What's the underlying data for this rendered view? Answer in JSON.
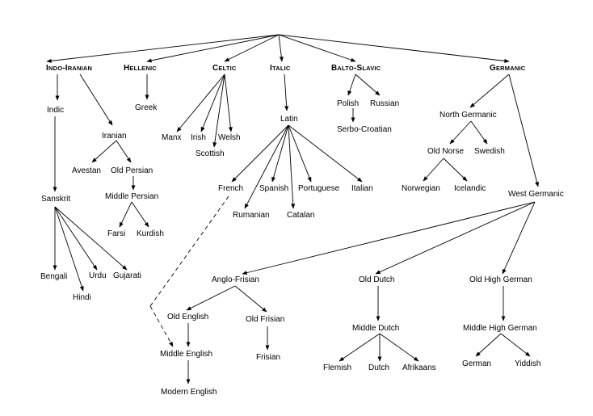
{
  "branches": {
    "indo_iranian": "INDO-IRANIAN",
    "hellenic": "HELLENIC",
    "celtic": "CELTIC",
    "italic": "ITALIC",
    "balto_slavic": "BALTO-SLAVIC",
    "germanic": "GERMANIC"
  },
  "languages": {
    "indic": "Indic",
    "iranian": "Iranian",
    "avestan": "Avestan",
    "old_persian": "Old Persian",
    "middle_persian": "Middle Persian",
    "farsi": "Farsi",
    "kurdish": "Kurdish",
    "sanskrit": "Sanskrit",
    "bengali": "Bengali",
    "hindi": "Hindi",
    "urdu": "Urdu",
    "gujarati": "Gujarati",
    "greek": "Greek",
    "manx": "Manx",
    "irish": "Irish",
    "welsh": "Welsh",
    "scottish": "Scottish",
    "latin": "Latin",
    "french": "French",
    "spanish": "Spanish",
    "portuguese": "Portuguese",
    "italian": "Italian",
    "rumanian": "Rumanian",
    "catalan": "Catalan",
    "polish": "Polish",
    "russian": "Russian",
    "serbo_croatian": "Serbo-Croatian",
    "north_germanic": "North Germanic",
    "old_norse": "Old Norse",
    "swedish": "Swedish",
    "norwegian": "Norwegian",
    "icelandic": "Icelandic",
    "west_germanic": "West Germanic",
    "anglo_frisian": "Anglo-Frisian",
    "old_english": "Old English",
    "old_frisian": "Old Frisian",
    "middle_english": "Middle English",
    "frisian": "Frisian",
    "modern_english": "Modern English",
    "old_dutch": "Old Dutch",
    "middle_dutch": "Middle Dutch",
    "flemish": "Flemish",
    "dutch": "Dutch",
    "afrikaans": "Afrikaans",
    "old_high_german": "Old High German",
    "middle_high_german": "Middle High German",
    "german": "German",
    "yiddish": "Yiddish"
  }
}
